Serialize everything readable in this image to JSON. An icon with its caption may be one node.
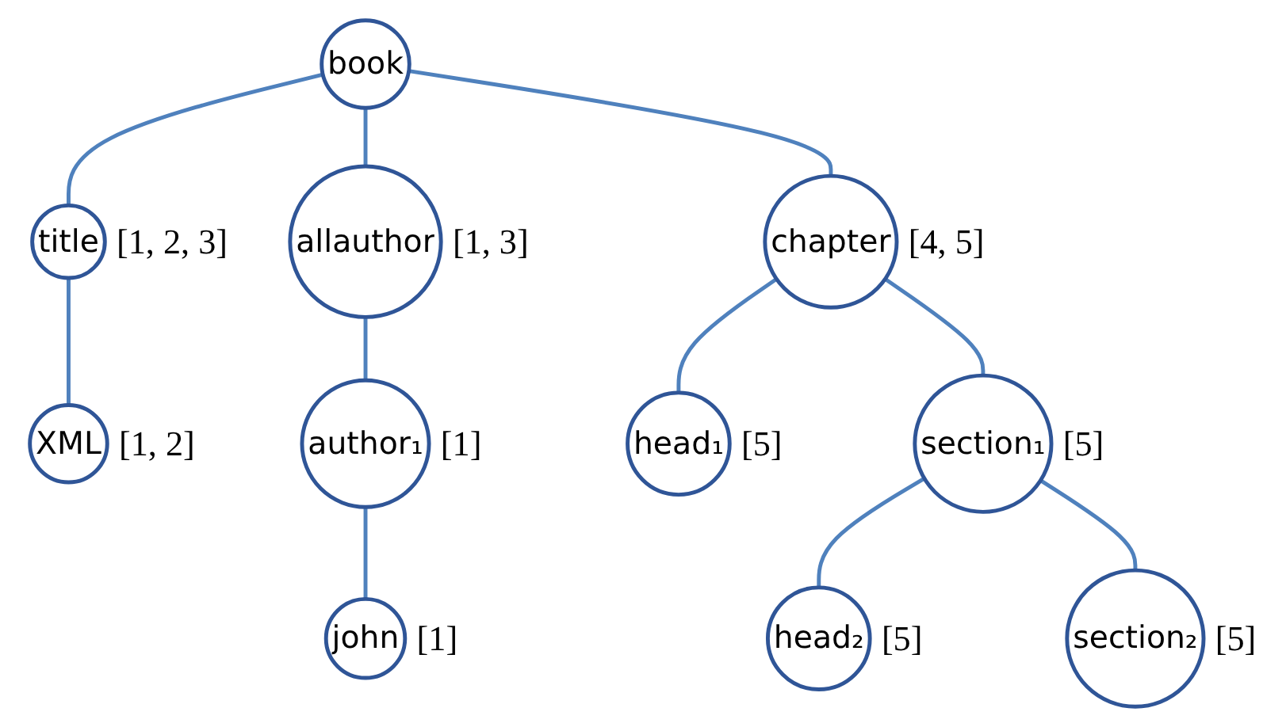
{
  "diagram": {
    "nodes": [
      {
        "text": [
          "book"
        ]
      },
      {
        "text": [
          "title"
        ],
        "beside": [
          "[1, 2, 3]"
        ]
      },
      {
        "text": [
          "allauthor"
        ],
        "beside": [
          "[1, 3]"
        ]
      },
      {
        "text": [
          "chapter"
        ],
        "beside": [
          "[4, 5]"
        ]
      },
      {
        "text": [
          "XML"
        ],
        "beside": [
          "[1, 2]"
        ]
      },
      {
        "text": [
          "author₁"
        ],
        "beside": [
          "[1]"
        ]
      },
      {
        "text": [
          "head₁"
        ],
        "beside": [
          "[5]"
        ]
      },
      {
        "text": [
          "section₁"
        ],
        "beside": [
          "[5]"
        ]
      },
      {
        "text": [
          "john"
        ],
        "beside": [
          "[1]"
        ]
      },
      {
        "text": [
          "head₂"
        ],
        "beside": [
          "[5]"
        ]
      },
      {
        "text": [
          "section₂"
        ],
        "beside": [
          "[5]"
        ]
      }
    ],
    "edges": [
      {
        "from": 0,
        "to": 1,
        "arrow": "none"
      },
      {
        "from": 0,
        "to": 2,
        "arrow": "none"
      },
      {
        "from": 0,
        "to": 3,
        "arrow": "none"
      },
      {
        "from": 1,
        "to": 4,
        "arrow": "none"
      },
      {
        "from": 2,
        "to": 5,
        "arrow": "none"
      },
      {
        "from": 5,
        "to": 8,
        "arrow": "none"
      },
      {
        "from": 3,
        "to": 6,
        "arrow": "none"
      },
      {
        "from": 3,
        "to": 7,
        "arrow": "none"
      },
      {
        "from": 7,
        "to": 9,
        "arrow": "none"
      },
      {
        "from": 7,
        "to": 10,
        "arrow": "none"
      }
    ]
  }
}
